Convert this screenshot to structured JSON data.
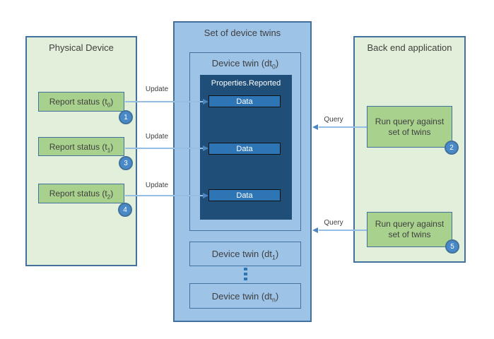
{
  "colors": {
    "light_green": "#E2EFDA",
    "medium_green": "#A9D18E",
    "light_blue": "#9DC3E6",
    "dark_navy": "#1F4E79",
    "medium_blue": "#2E75B6",
    "border_steel": "#41719C",
    "badge_blue": "#4A89C8",
    "arrow_line": "#94BEE4",
    "arrow_head": "#4E86C2"
  },
  "physical_device": {
    "title": "Physical Device",
    "reports": [
      {
        "pre": "Report status (t",
        "sub": "0",
        "post": ")",
        "badge": "1"
      },
      {
        "pre": "Report status (t",
        "sub": "1",
        "post": ")",
        "badge": "3"
      },
      {
        "pre": "Report status (t",
        "sub": "2",
        "post": ")",
        "badge": "4"
      }
    ]
  },
  "twin_set": {
    "title": "Set of device twins",
    "device_twin_0": {
      "pre": "Device twin (dt",
      "sub": "0",
      "post": ")"
    },
    "properties_reported": "Properties.Reported",
    "data_items": [
      {
        "label": "Data"
      },
      {
        "label": "Data"
      },
      {
        "label": "Data"
      }
    ],
    "device_twin_1": {
      "pre": "Device twin (dt",
      "sub": "1",
      "post": ")"
    },
    "device_twin_n": {
      "pre": "Device twin (dt",
      "sub": "n",
      "post": ")"
    }
  },
  "backend": {
    "title": "Back end application",
    "queries": [
      {
        "line1": "Run query against",
        "line2": "set of twins",
        "badge": "2"
      },
      {
        "line1": "Run query against",
        "line2": "set of twins",
        "badge": "5"
      }
    ]
  },
  "labels": {
    "update": "Update",
    "query": "Query"
  }
}
